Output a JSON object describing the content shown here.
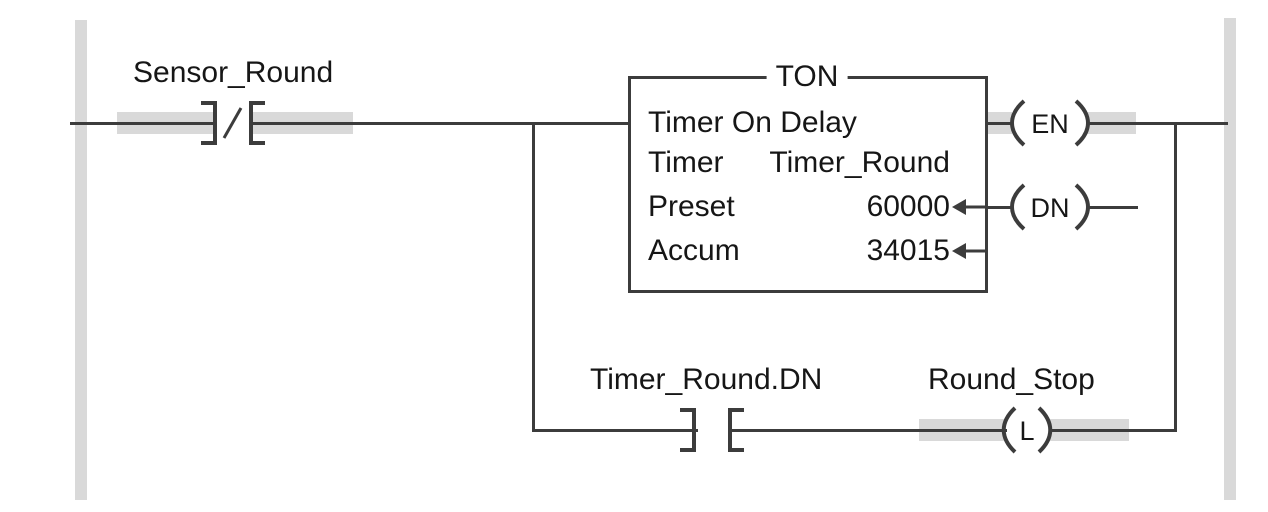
{
  "ladder": {
    "rung": {
      "input_contact": {
        "label": "Sensor_Round",
        "contact_type": "normally-closed"
      },
      "ton": {
        "header": "TON",
        "name": "Timer On Delay",
        "operands": [
          {
            "param": "Timer",
            "value": "Timer_Round"
          },
          {
            "param": "Preset",
            "value": "60000"
          },
          {
            "param": "Accum",
            "value": "34015"
          }
        ],
        "pins": {
          "enable": "EN",
          "done": "DN"
        }
      },
      "branch": {
        "contact": {
          "label": "Timer_Round.DN",
          "contact_type": "normally-open"
        },
        "coil": {
          "label": "Round_Stop",
          "symbol": "L",
          "coil_type": "latch"
        }
      }
    },
    "colors": {
      "wire": "#3c3c3c",
      "power_flow_highlight": "#d9d9d9",
      "rail": "#d9d9d9",
      "text": "#161616"
    }
  }
}
